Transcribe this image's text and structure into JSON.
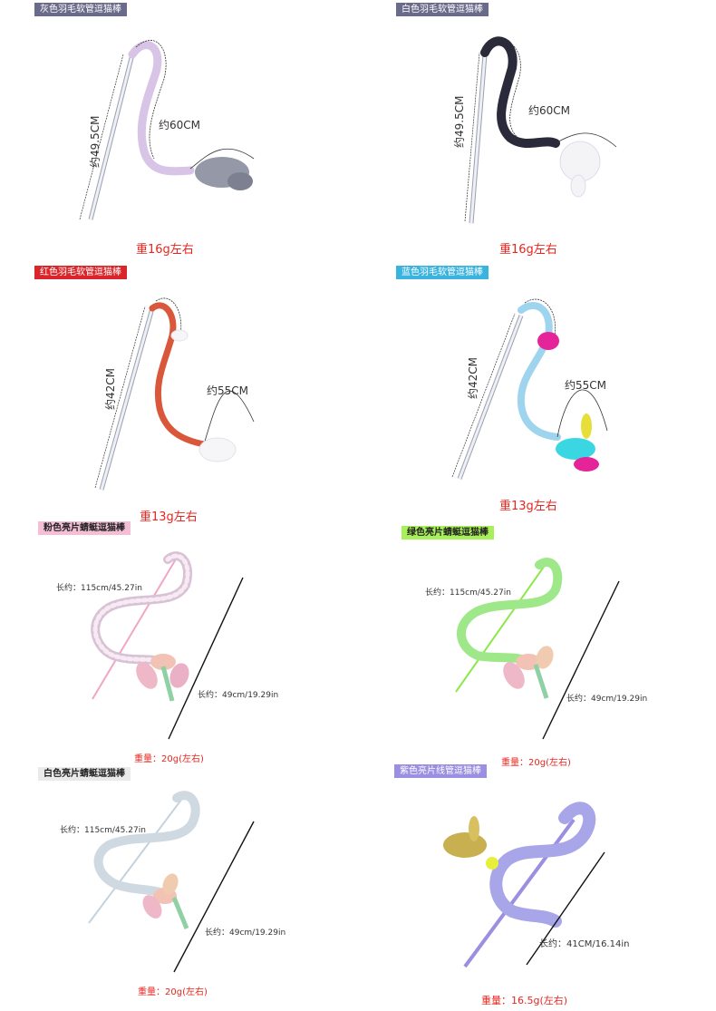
{
  "products": [
    {
      "tag": "灰色羽毛软管逗猫棒",
      "tag_bg": "#6a6a8a",
      "length_label": "约49.5CM",
      "tube_label": "约60CM",
      "weight": "重16g左右"
    },
    {
      "tag": "白色羽毛软管逗猫棒",
      "tag_bg": "#6a6a8a",
      "length_label": "约49.5CM",
      "tube_label": "约60CM",
      "weight": "重16g左右"
    },
    {
      "tag": "红色羽毛软管逗猫棒",
      "tag_bg": "#d9262a",
      "length_label": "约42CM",
      "tube_label": "约55CM",
      "weight": "重13g左右"
    },
    {
      "tag": "蓝色羽毛软管逗猫棒",
      "tag_bg": "#3ab3df",
      "length_label": "约42CM",
      "tube_label": "约55CM",
      "weight": "重13g左右"
    },
    {
      "tag": "粉色亮片蜻蜓逗猫棒",
      "tag_bg": "#f2bfd4",
      "tube_label": "长约：115cm/45.27in",
      "length_label": "长约：49cm/19.29in",
      "weight": "重量：20g(左右)"
    },
    {
      "tag": "绿色亮片蜻蜓逗猫棒",
      "tag_bg": "#a8f05a",
      "tube_label": "长约：115cm/45.27in",
      "length_label": "长约：49cm/19.29in",
      "weight": "重量：20g(左右)"
    },
    {
      "tag": "白色亮片蜻蜓逗猫棒",
      "tag_bg": "#eaeaea",
      "tube_label": "长约：115cm/45.27in",
      "length_label": "长约：49cm/19.29in",
      "weight": "重量：20g(左右)"
    },
    {
      "tag": "紫色亮片线管逗猫棒",
      "tag_bg": "#9a8fe0",
      "length_label": "长约：41CM/16.14in",
      "weight": "重量：16.5g(左右)"
    }
  ],
  "colors": {
    "weight_text": "#e8261f",
    "tube_gray": "#c9b8e0",
    "tube_black": "#2a2a3a",
    "tube_red": "#d9573a",
    "tube_blue": "#9fd4ee",
    "tube_pink": "#d8c2d6",
    "tube_green": "#9ee88a",
    "tube_white": "#cfd9e2",
    "tube_purple": "#a8a6e8"
  }
}
